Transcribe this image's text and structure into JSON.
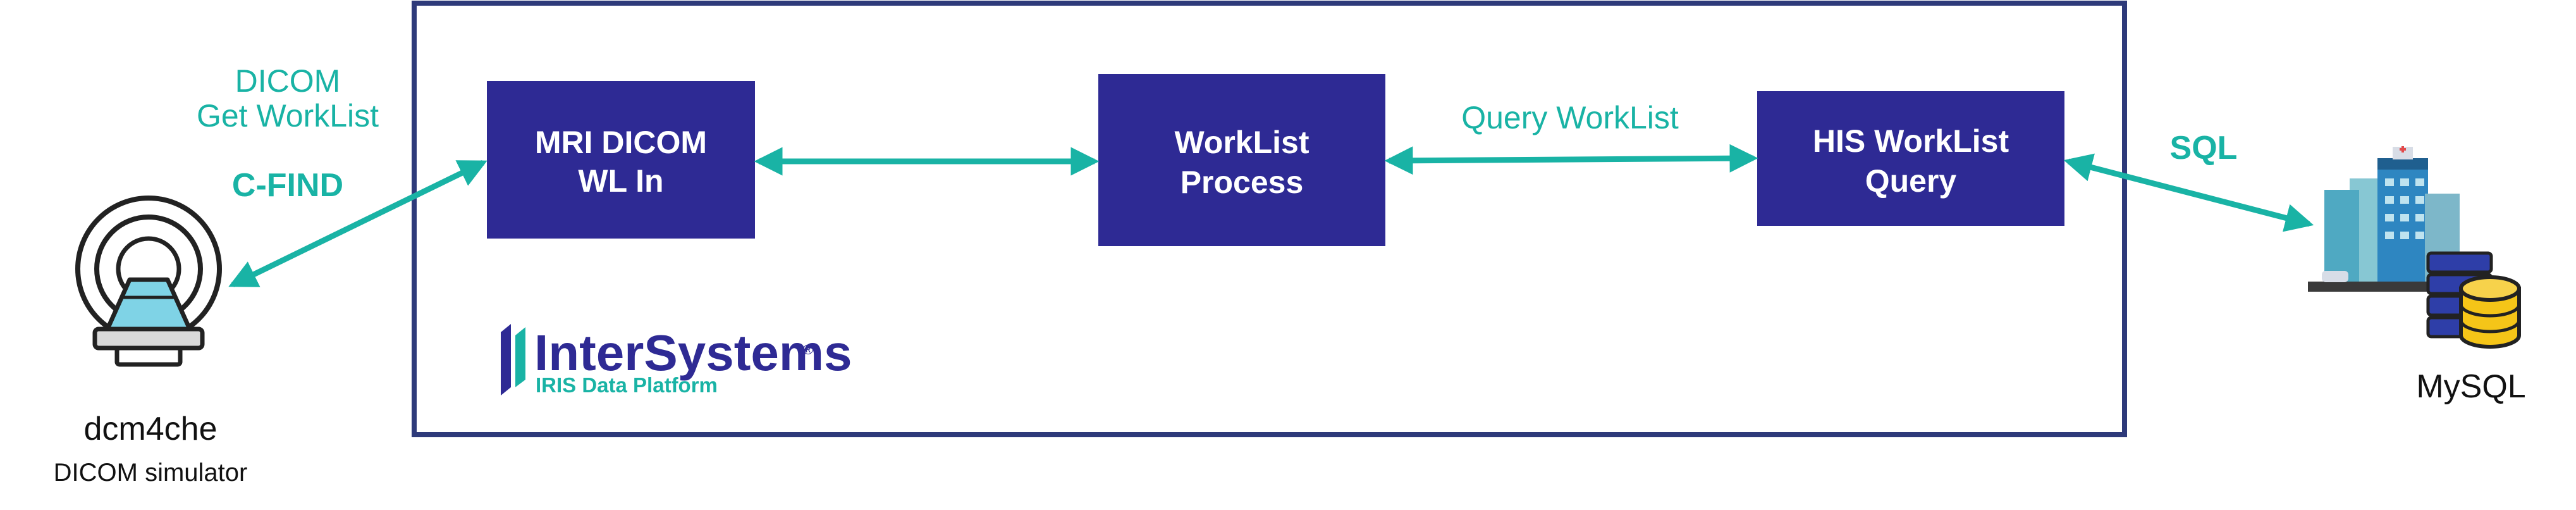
{
  "colors": {
    "box_fill": "#2e2a94",
    "frame_stroke": "#2e3a7a",
    "connector": "#19b3a5",
    "teal_text": "#19b3a5",
    "dark_text": "#111111",
    "logo_blue": "#2e2a94",
    "logo_teal": "#19b3a5"
  },
  "left_device": {
    "icon": "mri-scanner-icon",
    "name": "dcm4che",
    "subtitle": "DICOM simulator"
  },
  "left_link": {
    "label_line1": "DICOM",
    "label_line2": "Get WorkList",
    "protocol": "C-FIND"
  },
  "boxes": {
    "mri": {
      "line1": "MRI DICOM",
      "line2": "WL In"
    },
    "process": {
      "line1": "WorkList",
      "line2": "Process"
    },
    "his": {
      "line1": "HIS WorkList",
      "line2": "Query"
    }
  },
  "middle_link": {
    "label": "Query WorkList"
  },
  "right_link": {
    "protocol": "SQL"
  },
  "logo": {
    "brand": "InterSystems",
    "mark": "®",
    "product": "IRIS Data Platform"
  },
  "right_device": {
    "icon": "hospital-database-icon",
    "name": "MySQL"
  }
}
